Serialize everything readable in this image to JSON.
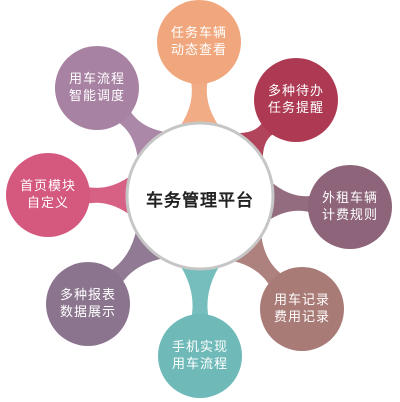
{
  "hub": {
    "title": "车务管理平台",
    "stroke_color": "#c6c6c6"
  },
  "nodes": [
    {
      "id": "task-tracking",
      "lines": [
        "任务车辆",
        "动态查看"
      ],
      "color": "#f0a77e"
    },
    {
      "id": "pending-reminders",
      "lines": [
        "多种待办",
        "任务提醒"
      ],
      "color": "#ad3a52"
    },
    {
      "id": "rental-billing",
      "lines": [
        "外租车辆",
        "计费规则"
      ],
      "color": "#8d6479"
    },
    {
      "id": "usage-cost",
      "lines": [
        "用车记录",
        "费用记录"
      ],
      "color": "#a97b77"
    },
    {
      "id": "mobile-workflow",
      "lines": [
        "手机实现",
        "用车流程"
      ],
      "color": "#6fbab9"
    },
    {
      "id": "report-display",
      "lines": [
        "多种报表",
        "数据展示"
      ],
      "color": "#8b748e"
    },
    {
      "id": "custom-homepage",
      "lines": [
        "首页模块",
        "自定义"
      ],
      "color": "#d5587e"
    },
    {
      "id": "smart-dispatch",
      "lines": [
        "用车流程",
        "智能调度"
      ],
      "color": "#a782a2"
    }
  ]
}
